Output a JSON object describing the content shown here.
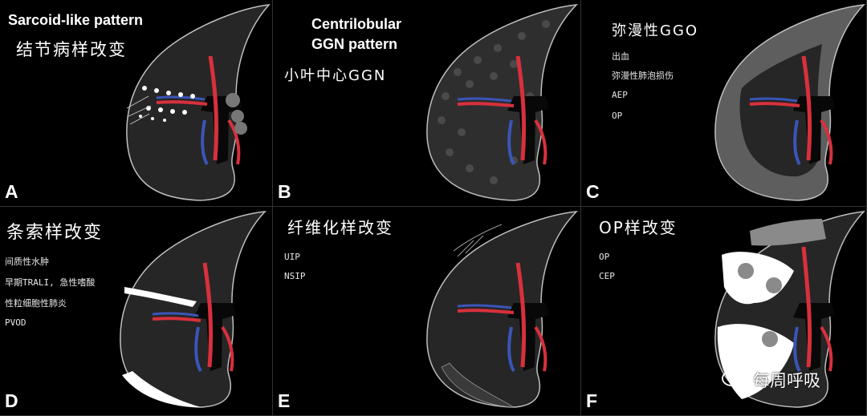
{
  "panels": [
    {
      "letter": "A",
      "title": "Sarcoid-like pattern",
      "subtitle": "结节病样改变",
      "items": []
    },
    {
      "letter": "B",
      "title_line1": "Centrilobular",
      "title_line2": "GGN pattern",
      "subtitle": "小叶中心GGN",
      "items": []
    },
    {
      "letter": "C",
      "title": "弥漫性GGO",
      "items": [
        "出血",
        "弥漫性肺泡损伤",
        "AEP",
        "OP"
      ]
    },
    {
      "letter": "D",
      "title": "条索样改变",
      "items": [
        "间质性水肿",
        "早期TRALI, 急性嗜酸",
        "性粒细胞性肺炎",
        "PVOD"
      ]
    },
    {
      "letter": "E",
      "title": "纤维化样改变",
      "items": [
        "UIP",
        "NSIP"
      ]
    },
    {
      "letter": "F",
      "title": "OP样改变",
      "items": [
        "OP",
        "CEP"
      ]
    }
  ],
  "watermark": {
    "text": "每周呼吸",
    "icon": "wechat-icon"
  },
  "colors": {
    "background": "#000000",
    "lung": "#262626",
    "lung_outline": "#bfbfbf",
    "artery": "#d8303d",
    "vein": "#3a55b8",
    "ggo": "#8a8a8a",
    "consolidation": "#ffffff"
  }
}
